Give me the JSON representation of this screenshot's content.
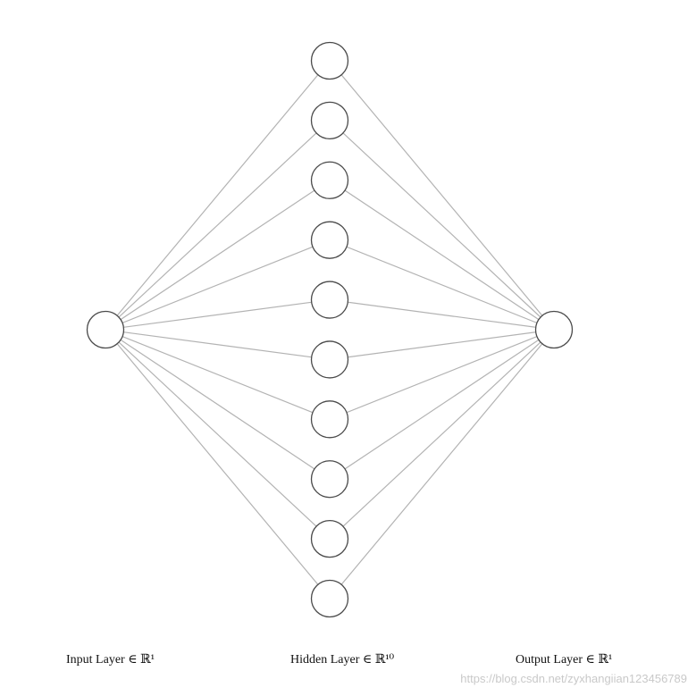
{
  "layers": [
    {
      "label": "Input Layer ∈ ℝ¹",
      "nodes": 1
    },
    {
      "label": "Hidden Layer ∈ ℝ¹⁰",
      "nodes": 10
    },
    {
      "label": "Output Layer ∈ ℝ¹",
      "nodes": 1
    }
  ],
  "watermark": "https://blog.csdn.net/zyxhangiian123456789",
  "colors": {
    "edge": "#b3b3b3",
    "node_stroke": "#4a4a4a",
    "node_fill": "#ffffff"
  }
}
